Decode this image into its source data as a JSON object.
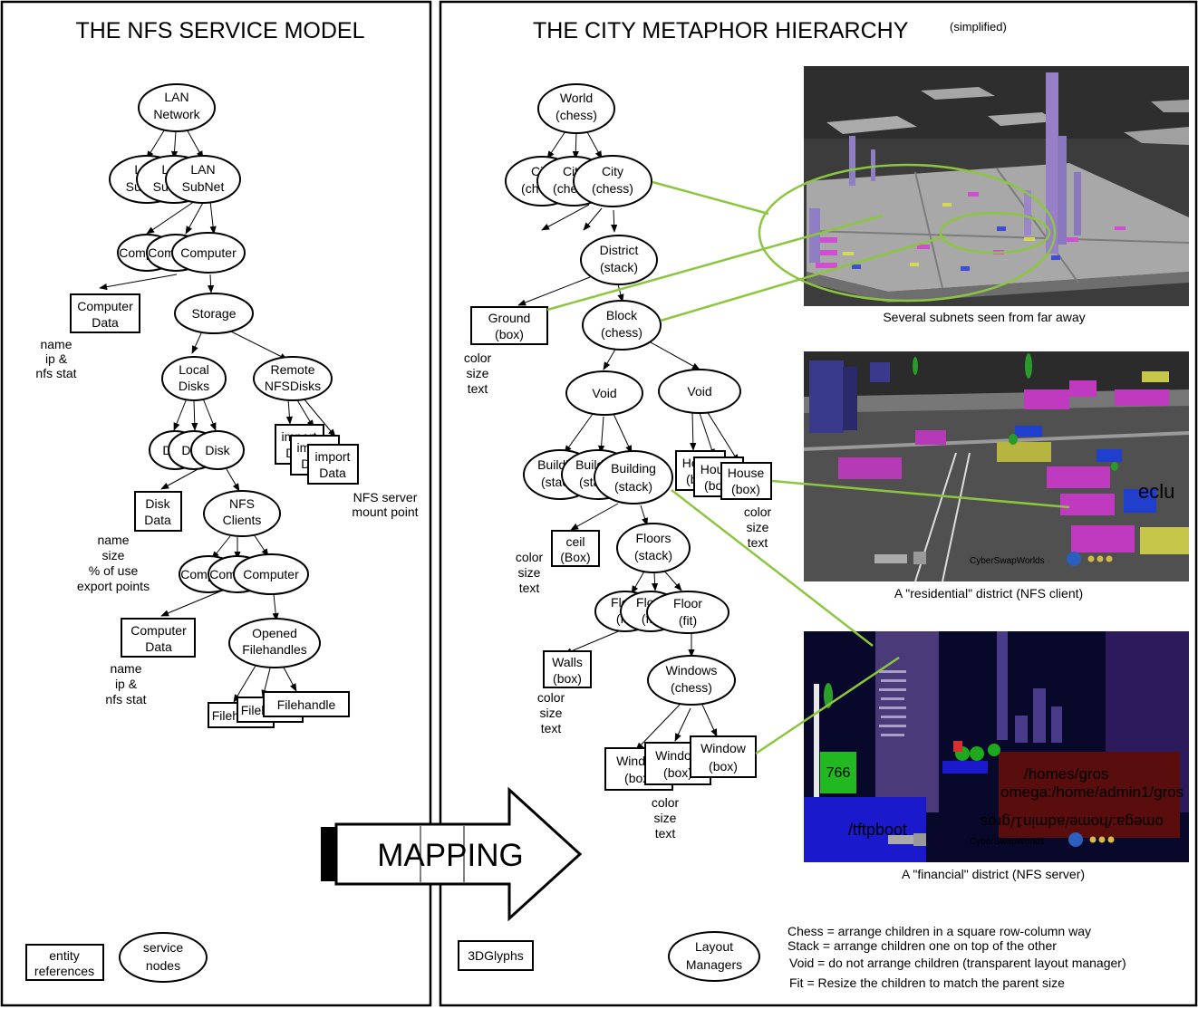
{
  "left_panel": {
    "title": "THE NFS SERVICE MODEL",
    "nodes": {
      "lan_network": [
        "LAN",
        "Network"
      ],
      "subnet_a": [
        "LAN",
        "SubNet"
      ],
      "subnet_b": [
        "LAN",
        "SubNet"
      ],
      "subnet_c": [
        "LAN",
        "SubNet"
      ],
      "computer_a": [
        "Computer"
      ],
      "computer_b": [
        "Computer"
      ],
      "computer_c": [
        "Computer"
      ],
      "computer_data": [
        "Computer",
        "Data"
      ],
      "storage": [
        "Storage"
      ],
      "local_disks": [
        "Local",
        "Disks"
      ],
      "remote_disks": [
        "Remote",
        "NFSDisks"
      ],
      "disk_a": [
        "Disk"
      ],
      "disk_b": [
        "Disk"
      ],
      "disk_c": [
        "Disk"
      ],
      "import_a": [
        "import",
        "Data"
      ],
      "import_b": [
        "import",
        "Data"
      ],
      "import_c": [
        "import",
        "Data"
      ],
      "disk_data": [
        "Disk",
        "Data"
      ],
      "nfs_clients": [
        "NFS",
        "Clients"
      ],
      "client_a": [
        "Computer"
      ],
      "client_b": [
        "Computer"
      ],
      "client_c": [
        "Computer"
      ],
      "client_data": [
        "Computer",
        "Data"
      ],
      "opened_fh": [
        "Opened",
        "Filehandles"
      ],
      "fh_a": [
        "Filehandle"
      ],
      "fh_b": [
        "Filehandle"
      ],
      "fh_c": [
        "Filehandle"
      ]
    },
    "notes": {
      "computer_attrs": [
        "name",
        "ip &",
        "nfs stat"
      ],
      "nfs_server": [
        "NFS server",
        "mount point"
      ],
      "disk_attrs": [
        "name",
        "size",
        "% of use",
        "export points"
      ],
      "client_attrs": [
        "name",
        "ip &",
        "nfs stat"
      ]
    },
    "legend": {
      "entity": [
        "entity",
        "references"
      ],
      "service": [
        "service",
        "nodes"
      ]
    }
  },
  "right_panel": {
    "title": "THE CITY METAPHOR HIERARCHY",
    "title_note": "(simplified)",
    "nodes": {
      "world": [
        "World",
        "(chess)"
      ],
      "city_a": [
        "City",
        "(chess)"
      ],
      "city_b": [
        "City",
        "(chess)"
      ],
      "city_c": [
        "City",
        "(chess)"
      ],
      "district": [
        "District",
        "(stack)"
      ],
      "ground": [
        "Ground",
        "(box)"
      ],
      "block": [
        "Block",
        "(chess)"
      ],
      "void_a": [
        "Void"
      ],
      "void_b": [
        "Void"
      ],
      "building_a": [
        "Building",
        "(stack)"
      ],
      "building_b": [
        "Building",
        "(stack)"
      ],
      "building_c": [
        "Building",
        "(stack)"
      ],
      "house_a": [
        "House",
        "(box)"
      ],
      "house_b": [
        "House",
        "(box)"
      ],
      "house_c": [
        "House",
        "(box)"
      ],
      "ceil": [
        "ceil",
        "(Box)"
      ],
      "floors": [
        "Floors",
        "(stack)"
      ],
      "floor_a": [
        "Floor",
        "(fit)"
      ],
      "floor_b": [
        "Floor",
        "(fit)"
      ],
      "floor_c": [
        "Floor",
        "(fit)"
      ],
      "walls": [
        "Walls",
        "(box)"
      ],
      "windows": [
        "Windows",
        "(chess)"
      ],
      "window_a": [
        "Window",
        "(box)"
      ],
      "window_b": [
        "Window",
        "(box)"
      ],
      "window_c": [
        "Window",
        "(box)"
      ]
    },
    "attr_note": [
      "color",
      "size",
      "text"
    ],
    "screenshots": [
      {
        "caption": "Several subnets seen from far away"
      },
      {
        "caption": "A \"residential\" district (NFS client)",
        "brand": "CyberSwapWorlds",
        "sign": "eclu"
      },
      {
        "caption": "A \"financial\" district (NFS server)",
        "brand": "CyberSwapWorlds",
        "sign_number": "766",
        "sign_path": "/tftpboot",
        "label_a": "/homes/gros",
        "label_b": "omega:/home/admin1/gros",
        "label_c": "omega:/home/admin1/gros"
      }
    ],
    "legend": {
      "glyphs": "3DGlyphs",
      "layout": [
        "Layout",
        "Managers"
      ],
      "definitions": [
        "Chess = arrange children in a square row-column way",
        "Stack = arrange children one on top of the other",
        "Void = do not arrange children (transparent layout manager)",
        "Fit = Resize the children to match the parent size"
      ]
    }
  },
  "mapping_label": "MAPPING",
  "colors": {
    "connector": "#8cc63f",
    "line": "#000000"
  }
}
